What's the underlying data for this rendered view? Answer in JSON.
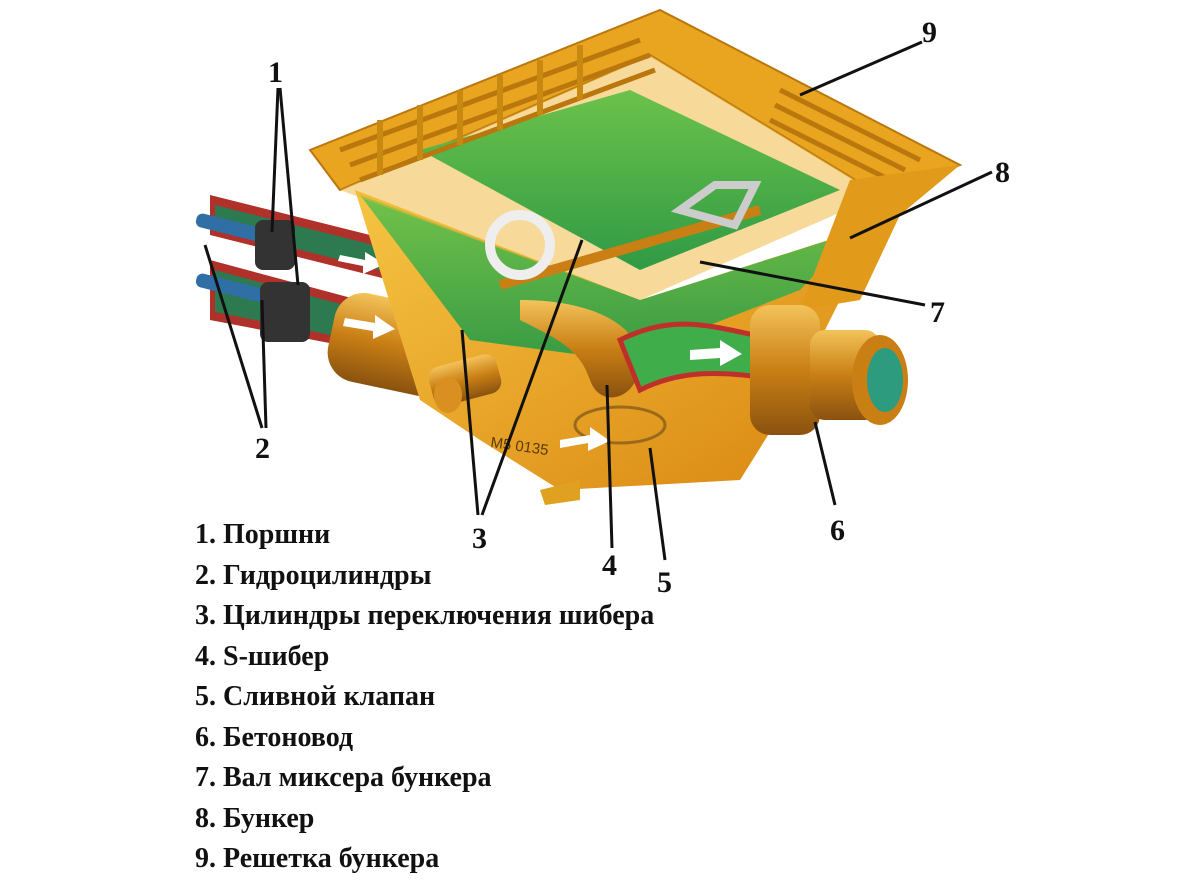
{
  "diagram": {
    "callouts": [
      "1",
      "2",
      "3",
      "4",
      "5",
      "6",
      "7",
      "8",
      "9"
    ],
    "marking": "M5 0135",
    "colors": {
      "hopper": "#e8a21c",
      "concrete": "#3fae4a",
      "pipe": "#c8861e",
      "cylinder_red": "#b0302a",
      "rod": "#2f6fa6"
    }
  },
  "legend": [
    "1. Поршни",
    "2. Гидроцилиндры",
    "3. Цилиндры переключения шибера",
    "4. S-шибер",
    "5. Сливной клапан",
    "6. Бетоновод",
    "7. Вал миксера бункера",
    "8. Бункер",
    "9. Решетка бункера"
  ]
}
